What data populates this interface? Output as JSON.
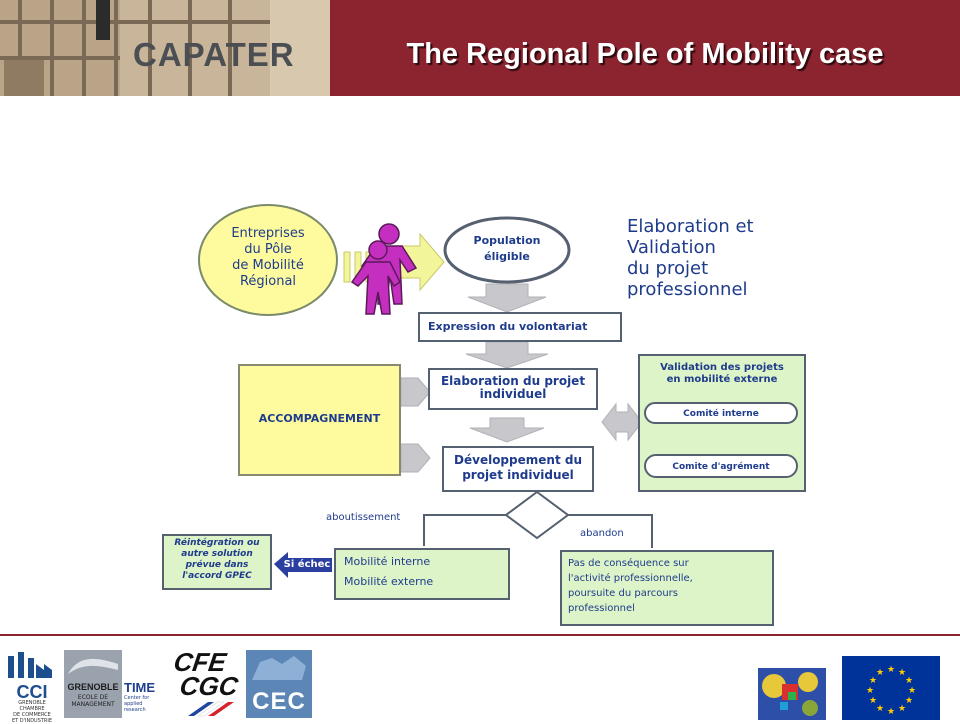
{
  "header": {
    "title": "The Regional Pole of Mobility case",
    "brand": "CAPATER"
  },
  "diagram": {
    "entreprises": [
      "Entreprises",
      "du Pôle",
      "de Mobilité",
      "Régional"
    ],
    "population": [
      "Population",
      "éligible"
    ],
    "heading": [
      "Elaboration et",
      "Validation",
      "du projet",
      "professionnel"
    ],
    "expression": "Expression du volontariat",
    "elaboration": [
      "Elaboration du projet",
      "individuel"
    ],
    "accompagnement": "ACCOMPAGNEMENT",
    "developpement": [
      "Développement du",
      "projet individuel"
    ],
    "validation": [
      "Validation des projets",
      "en mobilité externe"
    ],
    "comite_interne": "Comité interne",
    "comite_agrement": "Comite d'agrément",
    "aboutissement": "aboutissement",
    "abandon": "abandon",
    "mobilite": [
      "Mobilité interne",
      "Mobilité externe"
    ],
    "si_echec": "Si échec",
    "reintegration": [
      "Réintégration ou",
      "autre solution",
      "prévue dans",
      "l'accord GPEC"
    ],
    "consequence": [
      "Pas de conséquence sur",
      "l'activité professionnelle,",
      "poursuite du parcours",
      "professionnel"
    ]
  },
  "logos": {
    "cci": "CCI",
    "cci_sub": [
      "GRENOBLE",
      "CHAMBRE",
      "DE COMMERCE",
      "ET D'INDUSTRIE"
    ],
    "grenoble": "GRENOBLE",
    "grenoble_sub": [
      "ECOLE DE",
      "MANAGEMENT"
    ],
    "time": "TIME",
    "time_sub": [
      "Center for",
      "applied research"
    ],
    "cfe": "CFE",
    "cgc": "CGC",
    "cec": "CEC"
  },
  "colors": {
    "header_bg": "#8c2430",
    "diagram_text": "#1f3c8c",
    "green_box": "#ddf3c8",
    "yellow_oval": "#fdfb9e",
    "accompagnement_bg": "#fdfb9e",
    "figure": "#c42fbf",
    "eu_flag": "#003399"
  }
}
